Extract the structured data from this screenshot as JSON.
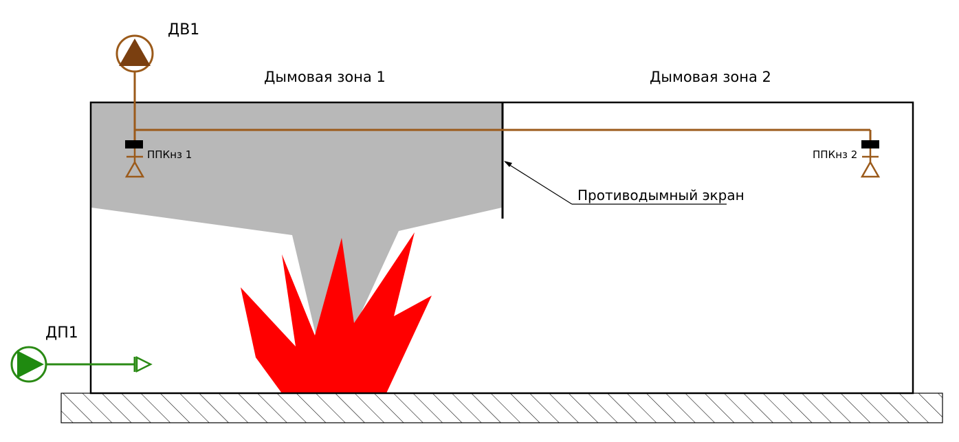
{
  "zones": {
    "zone1_label": "Дымовая зона 1",
    "zone2_label": "Дымовая зона 2"
  },
  "fans": {
    "exhaust_label": "ДВ1",
    "supply_label": "ДП1"
  },
  "valves": {
    "valve1_label": "ППКнз 1",
    "valve2_label": "ППКнз 2"
  },
  "smoke_screen": {
    "label": "Противодымный экран"
  },
  "colors": {
    "smoke": "#b8b8b8",
    "fire": "#ff0000",
    "exhaust_duct": "#9b5a1a",
    "exhaust_fan_fill": "#7a3f10",
    "supply_duct": "#2a8a14",
    "supply_fan_fill": "#1f8a10",
    "outline": "#000000"
  }
}
